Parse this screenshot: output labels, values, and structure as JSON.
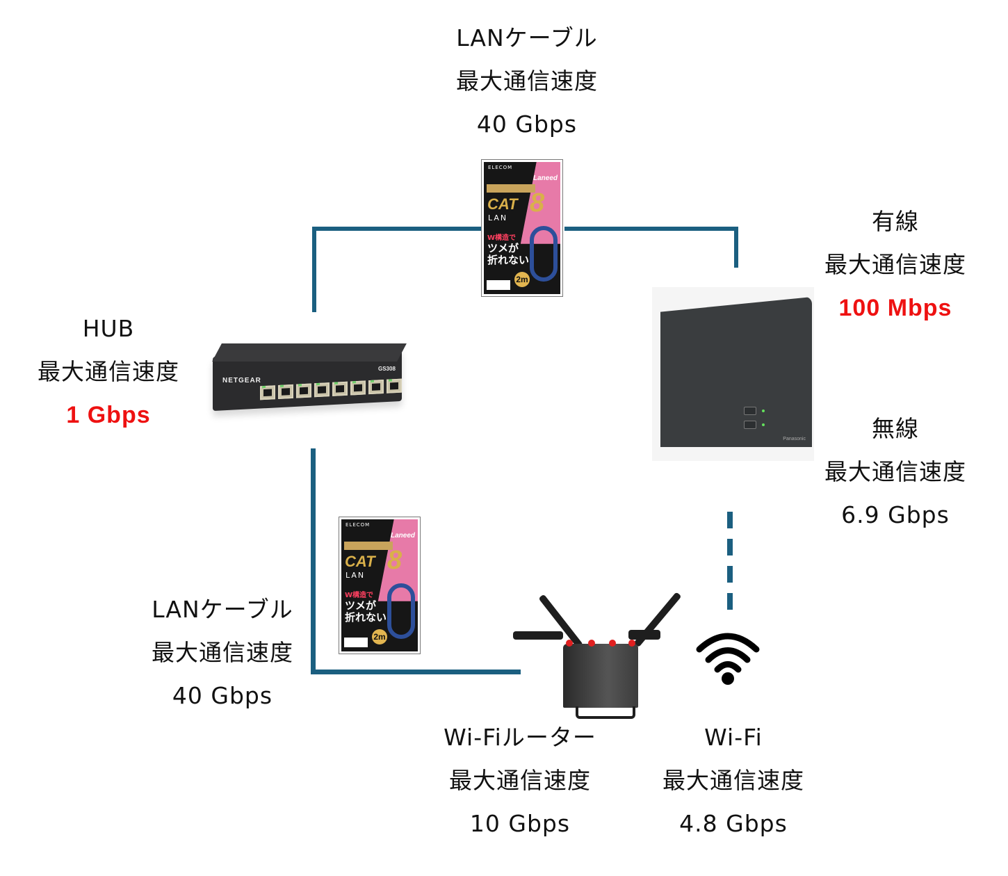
{
  "diagram": {
    "colors": {
      "connector": "#1b5f80",
      "highlight": "#ee1111",
      "text": "#111111"
    },
    "nodes": {
      "lan_cable_top": {
        "title": "LANケーブル",
        "subtitle": "最大通信速度",
        "speed": "40 Gbps",
        "speed_highlighted": false,
        "image": "cat8-lan-cable-package-icon"
      },
      "onu_wired": {
        "title": "有線",
        "subtitle": "最大通信速度",
        "speed": "100 Mbps",
        "speed_highlighted": true
      },
      "onu_wireless": {
        "title": "無線",
        "subtitle": "最大通信速度",
        "speed": "6.9 Gbps",
        "speed_highlighted": false
      },
      "hub": {
        "title": "HUB",
        "subtitle": "最大通信速度",
        "speed": "1 Gbps",
        "speed_highlighted": true,
        "image": "network-switch-icon"
      },
      "lan_cable_bottom": {
        "title": "LANケーブル",
        "subtitle": "最大通信速度",
        "speed": "40 Gbps",
        "speed_highlighted": false,
        "image": "cat8-lan-cable-package-icon"
      },
      "wifi_router": {
        "title": "Wi-Fiルーター",
        "subtitle": "最大通信速度",
        "speed": "10 Gbps",
        "speed_highlighted": false,
        "image": "wifi-router-icon"
      },
      "wifi": {
        "title": "Wi-Fi",
        "subtitle": "最大通信速度",
        "speed": "4.8 Gbps",
        "speed_highlighted": false,
        "image": "wifi-icon"
      }
    },
    "package": {
      "brand": "ELECOM",
      "series": "Laneed",
      "cat": "CAT",
      "cat_number": "8",
      "type": "LAN",
      "tagline_small": "W構造で",
      "tagline_line1": "ツメが",
      "tagline_line2": "折れない",
      "length": "2m"
    },
    "switch": {
      "brand": "NETGEAR",
      "model": "GS308",
      "port_count": 8
    },
    "onu": {
      "brand": "Panasonic"
    },
    "edges": [
      {
        "from": "hub",
        "to": "onu",
        "style": "solid",
        "via": "lan_cable_top"
      },
      {
        "from": "hub",
        "to": "wifi_router",
        "style": "solid",
        "via": "lan_cable_bottom"
      },
      {
        "from": "onu",
        "to": "wifi",
        "style": "dashed"
      }
    ]
  }
}
